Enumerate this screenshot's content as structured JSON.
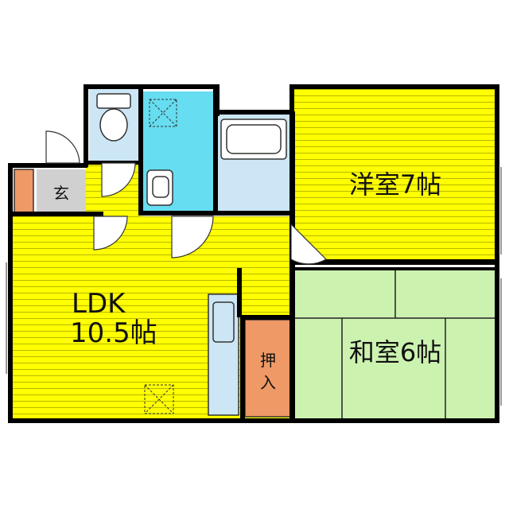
{
  "rooms": {
    "ldk": {
      "label_line1": "LDK",
      "label_line2": "10.5帖"
    },
    "western": {
      "label": "洋室7帖"
    },
    "japanese": {
      "label": "和室6帖"
    },
    "entrance": {
      "label": "玄"
    },
    "closet": {
      "label": "押入"
    }
  },
  "colors": {
    "floor_yellow": "#ffff00",
    "floor_stripe": "#b8b800",
    "tatami_green": "#ccf2b0",
    "water_blue": "#66ddf0",
    "bath_blue": "#cce6f5",
    "closet_orange": "#ee9966",
    "entrance_gray": "#d0d0d0",
    "wall": "#000000"
  }
}
